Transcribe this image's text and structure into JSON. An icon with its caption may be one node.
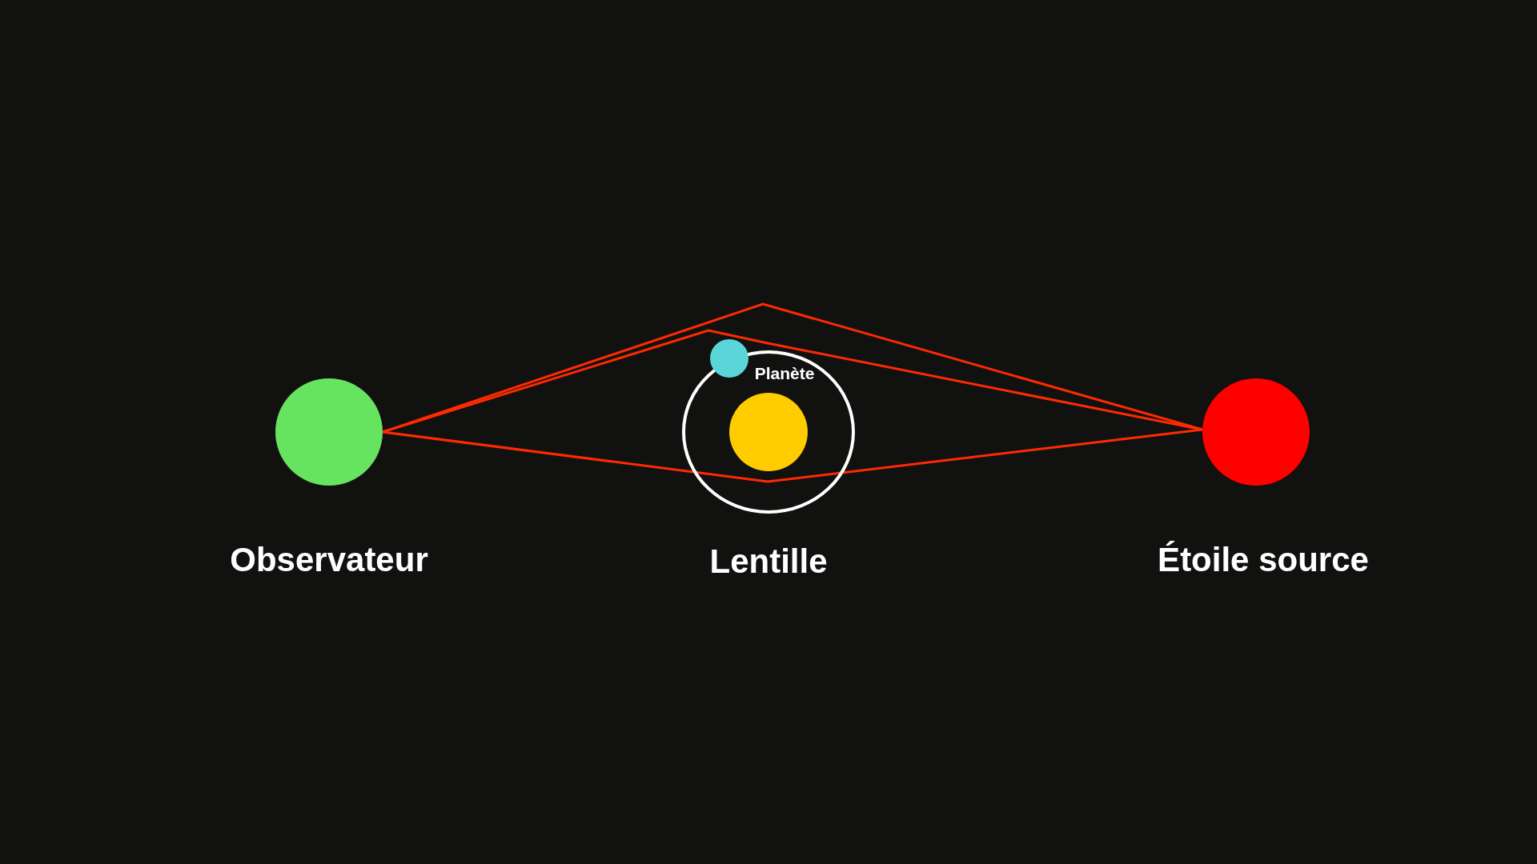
{
  "diagram": {
    "nodes": [
      {
        "text": [
          "Observateur"
        ]
      },
      {
        "text": [
          "Lentille"
        ]
      },
      {
        "text": [],
        "shape": "circle",
        "in": 1
      },
      {
        "text": [
          "Planète"
        ],
        "in": 1
      },
      {
        "text": [
          "Étoile source"
        ]
      }
    ],
    "edges": [
      {
        "from": 0,
        "to": 4,
        "arrow": "none"
      },
      {
        "from": 0,
        "to": 4,
        "arrow": "none"
      },
      {
        "from": 0,
        "to": 4,
        "arrow": "none"
      }
    ]
  }
}
